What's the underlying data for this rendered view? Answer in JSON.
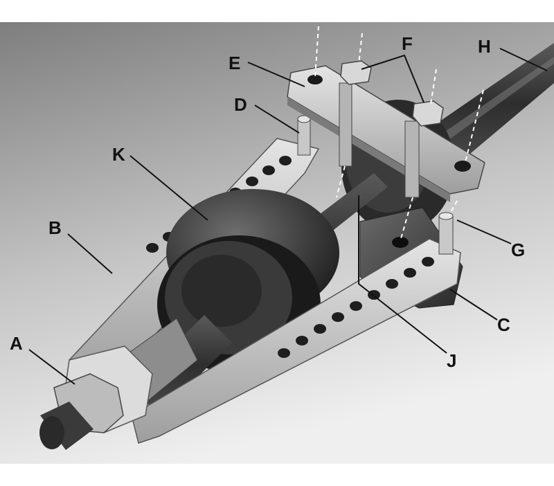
{
  "labels": {
    "a": "A",
    "b": "B",
    "c": "C",
    "d": "D",
    "e": "E",
    "f": "F",
    "g": "G",
    "h": "H",
    "j": "J",
    "k": "K"
  },
  "colors": {
    "photo_background_top": "#8a8a8a",
    "photo_background_bottom": "#f0f0f0",
    "metal_light": "#c9c9c9",
    "metal_dark": "#3a3a3a",
    "label_text": "#111111"
  }
}
